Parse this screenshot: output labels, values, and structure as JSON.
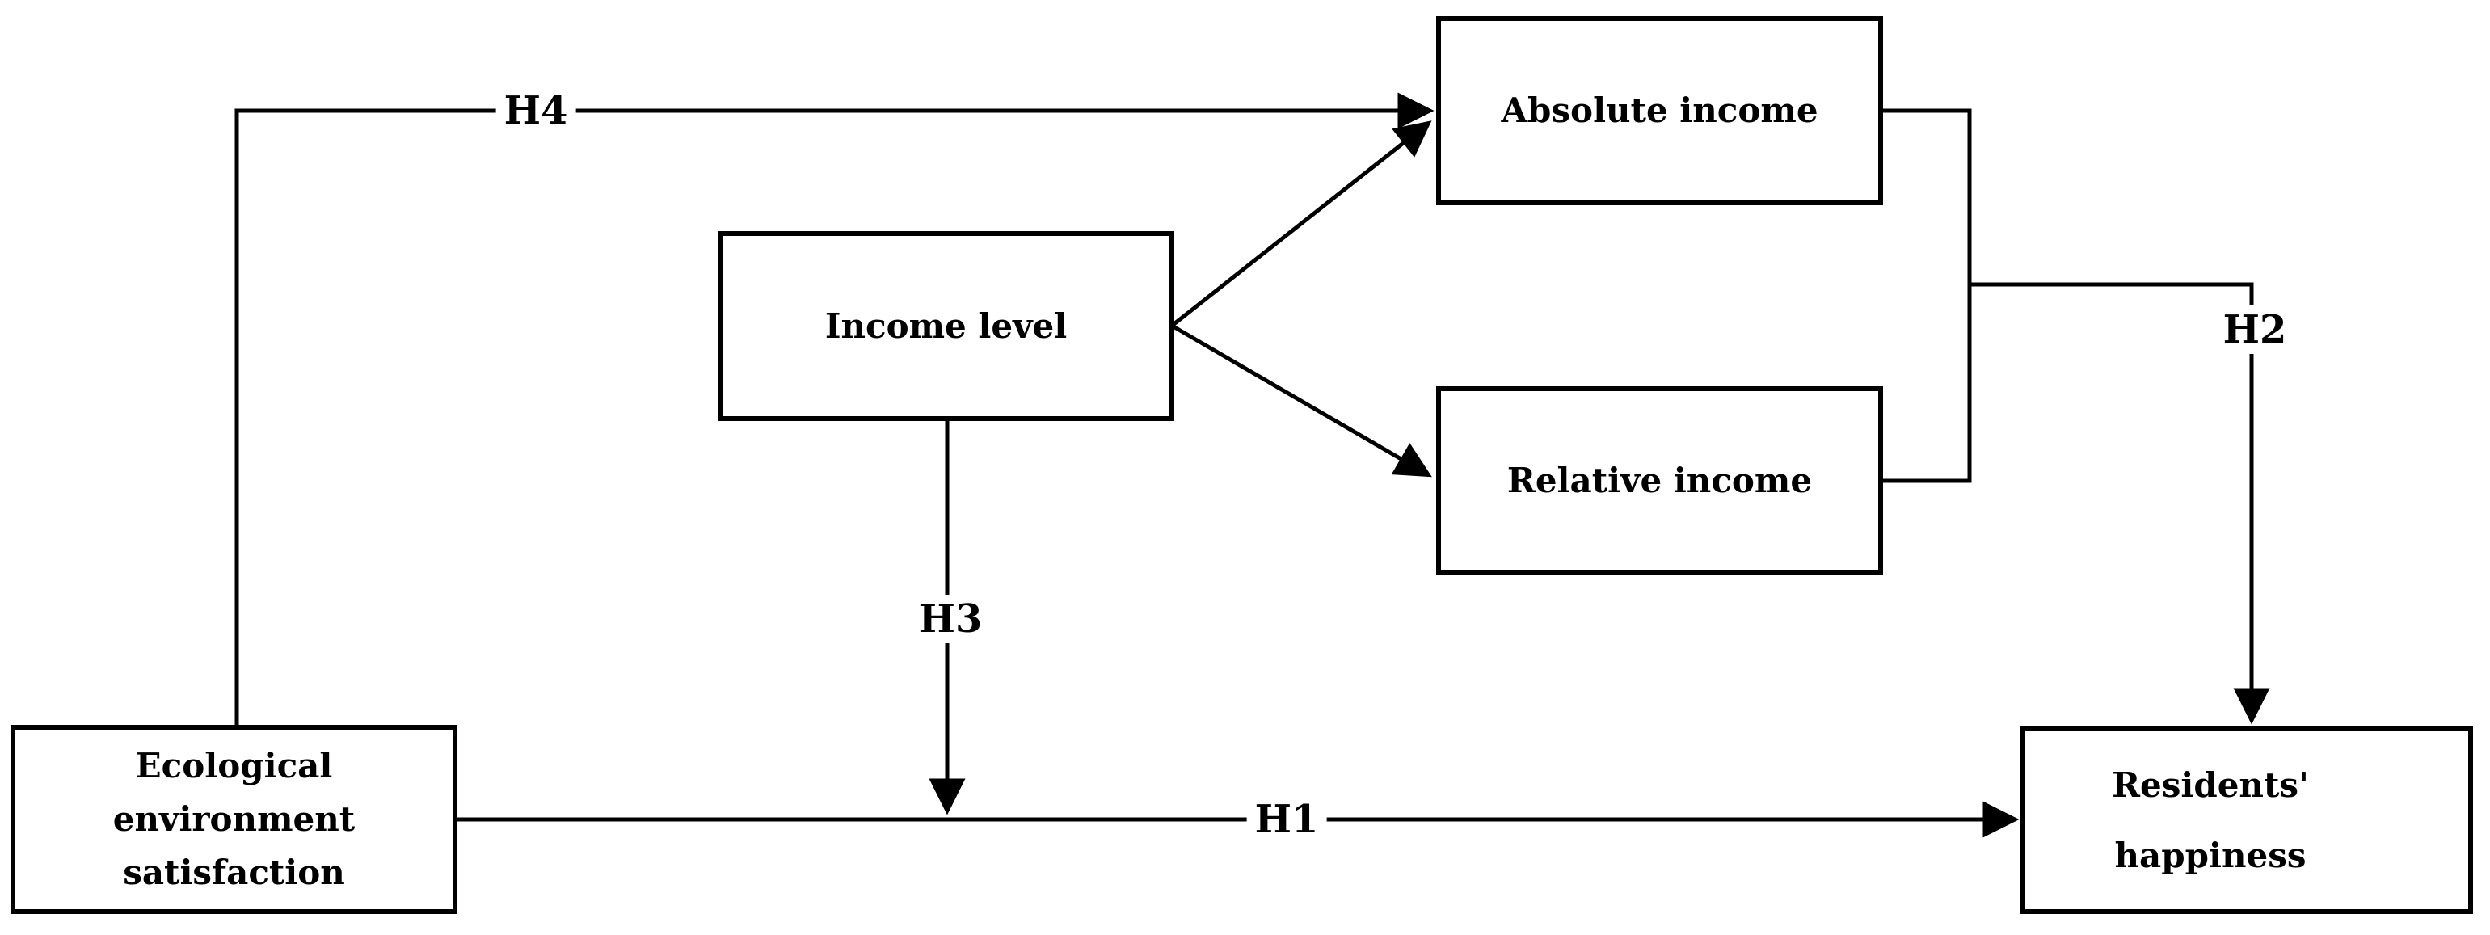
{
  "diagram": {
    "colors": {
      "background": "#ffffff",
      "line": "#000000",
      "box_fill": "#ffffff",
      "box_border": "#000000",
      "text": "#000000"
    },
    "nodes": {
      "ecological": {
        "lines": [
          "Ecological",
          "environment",
          "satisfaction"
        ]
      },
      "income_level": {
        "lines": [
          "Income level"
        ]
      },
      "absolute_income": {
        "lines": [
          "Absolute income"
        ]
      },
      "relative_income": {
        "lines": [
          "Relative income"
        ]
      },
      "residents_happiness": {
        "lines": [
          "Residents'",
          "happiness"
        ]
      }
    },
    "edge_labels": {
      "h1": "H1",
      "h2": "H2",
      "h3": "H3",
      "h4": "H4"
    },
    "edges": [
      {
        "label": "H1",
        "from": "Ecological environment satisfaction",
        "to": "Residents' happiness"
      },
      {
        "label": "H2",
        "from": "Absolute income and Relative income",
        "to": "Residents' happiness"
      },
      {
        "label": "H3",
        "from": "Income level",
        "to": "H1 path"
      },
      {
        "label": "H4",
        "from": "Ecological environment satisfaction",
        "to": "Absolute income"
      },
      {
        "label": "",
        "from": "Income level",
        "to": "Absolute income"
      },
      {
        "label": "",
        "from": "Income level",
        "to": "Relative income"
      }
    ]
  }
}
